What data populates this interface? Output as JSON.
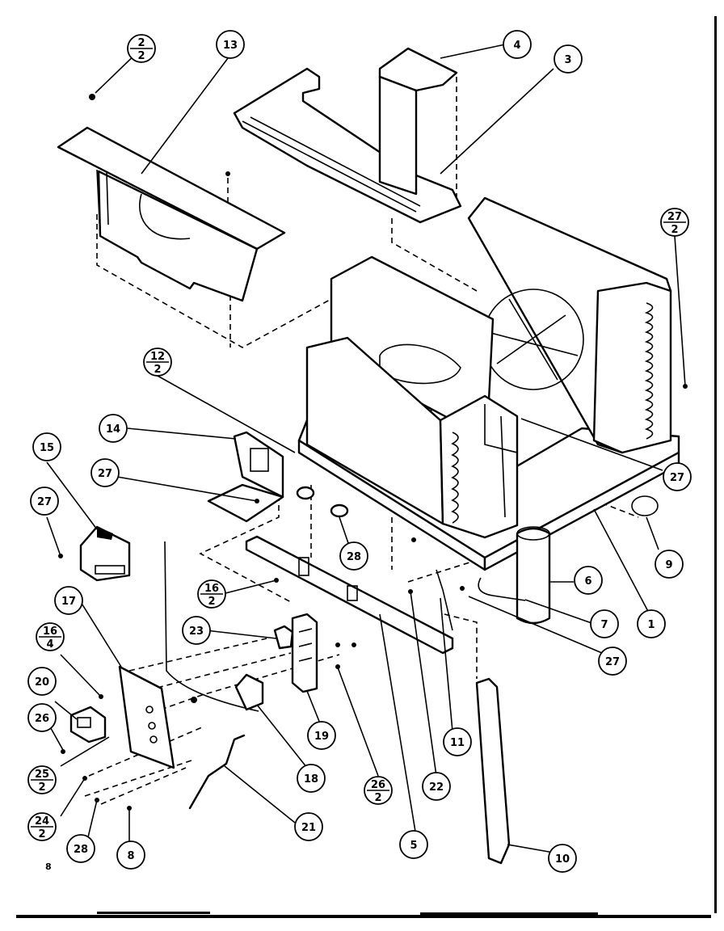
{
  "page_mark": "8",
  "callouts": [
    {
      "id": "c-2-2",
      "top": "2",
      "bottom": "2"
    },
    {
      "id": "c-13",
      "label": "13"
    },
    {
      "id": "c-4",
      "label": "4"
    },
    {
      "id": "c-3",
      "label": "3"
    },
    {
      "id": "c-27-2",
      "top": "27",
      "bottom": "2"
    },
    {
      "id": "c-12-2",
      "top": "12",
      "bottom": "2"
    },
    {
      "id": "c-14",
      "label": "14"
    },
    {
      "id": "c-15",
      "label": "15"
    },
    {
      "id": "c-27a",
      "label": "27"
    },
    {
      "id": "c-27b",
      "label": "27"
    },
    {
      "id": "c-27c",
      "label": "27"
    },
    {
      "id": "c-27d",
      "label": "27"
    },
    {
      "id": "c-28a",
      "label": "28"
    },
    {
      "id": "c-9",
      "label": "9"
    },
    {
      "id": "c-16-2",
      "top": "16",
      "bottom": "2"
    },
    {
      "id": "c-6",
      "label": "6"
    },
    {
      "id": "c-7",
      "label": "7"
    },
    {
      "id": "c-1",
      "label": "1"
    },
    {
      "id": "c-17",
      "label": "17"
    },
    {
      "id": "c-16-4",
      "top": "16",
      "bottom": "4"
    },
    {
      "id": "c-23",
      "label": "23"
    },
    {
      "id": "c-20",
      "label": "20"
    },
    {
      "id": "c-26",
      "label": "26"
    },
    {
      "id": "c-19",
      "label": "19"
    },
    {
      "id": "c-11",
      "label": "11"
    },
    {
      "id": "c-25-2",
      "top": "25",
      "bottom": "2"
    },
    {
      "id": "c-18",
      "label": "18"
    },
    {
      "id": "c-26-2",
      "top": "26",
      "bottom": "2"
    },
    {
      "id": "c-22",
      "label": "22"
    },
    {
      "id": "c-24-2",
      "top": "24",
      "bottom": "2"
    },
    {
      "id": "c-21",
      "label": "21"
    },
    {
      "id": "c-28b",
      "label": "28"
    },
    {
      "id": "c-8",
      "label": "8"
    },
    {
      "id": "c-5",
      "label": "5"
    },
    {
      "id": "c-10",
      "label": "10"
    }
  ]
}
